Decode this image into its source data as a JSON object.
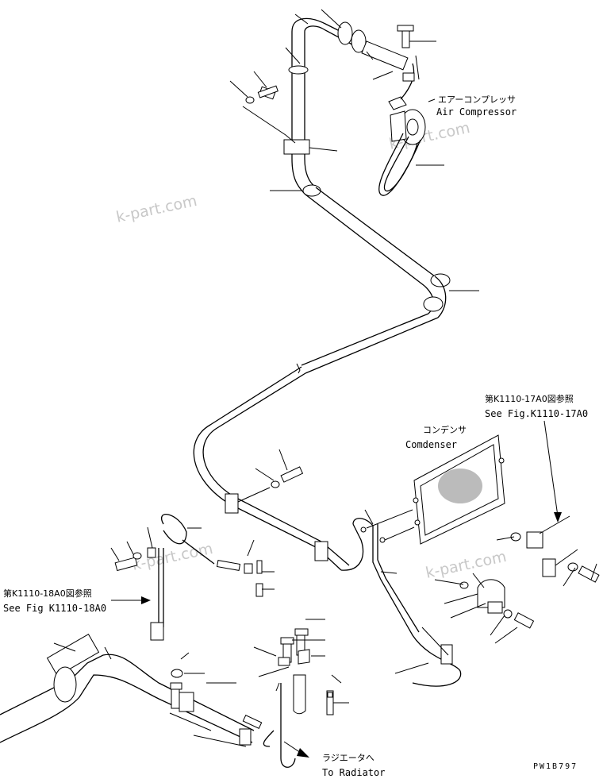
{
  "watermark": "k-part.com",
  "labels": {
    "air_compressor_jp": "エアーコンプレッサ",
    "air_compressor_en": "Air Compressor",
    "condenser_jp": "コンデンサ",
    "condenser_en": "Comdenser",
    "ref_17a0_jp": "第K1110-17A0図参照",
    "ref_17a0_en": "See Fig.K1110-17A0",
    "ref_18a0_jp": "第K1110-18A0図参照",
    "ref_18a0_en": "See Fig K1110-18A0",
    "to_radiator_jp": "ラジエータへ",
    "to_radiator_en": "To Radiator"
  },
  "drawing_code": "PW1B797"
}
